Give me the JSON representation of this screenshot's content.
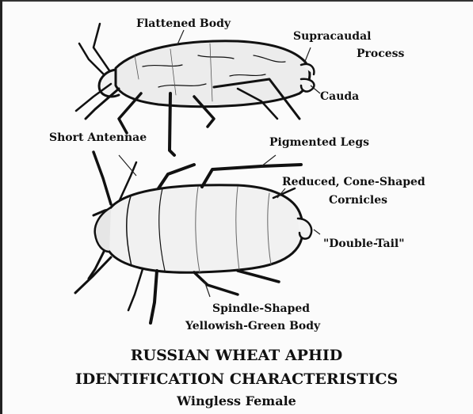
{
  "labels": {
    "flattened_body": "Flattened Body",
    "supracaudal_line1": "Supracaudal",
    "supracaudal_line2": "Process",
    "cauda": "Cauda",
    "short_antennae": "Short Antennae",
    "pigmented_legs": "Pigmented Legs",
    "cornicles_line1": "Reduced, Cone-Shaped",
    "cornicles_line2": "Cornicles",
    "double_tail": "\"Double-Tail\"",
    "body_line1": "Spindle-Shaped",
    "body_line2": "Yellowish-Green Body"
  },
  "title": {
    "line1": "RUSSIAN WHEAT APHID",
    "line2": "IDENTIFICATION CHARACTERISTICS",
    "line3": "Wingless Female"
  }
}
